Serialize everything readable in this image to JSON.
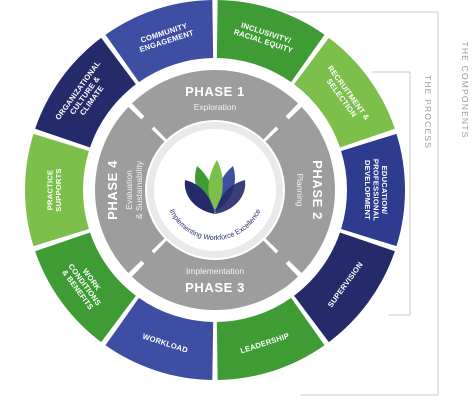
{
  "outer_ring": [
    {
      "lines": [
        "INCLUSIVITY/",
        "RACIAL EQUITY"
      ],
      "color": "#3f9c35"
    },
    {
      "lines": [
        "RECRUITMENT &",
        "SELECTION"
      ],
      "color": "#7cc04b"
    },
    {
      "lines": [
        "EDUCATION/",
        "PROFESSIONAL",
        "DEVELOPMENT"
      ],
      "color": "#2e3c8f"
    },
    {
      "lines": [
        "SUPERVISION"
      ],
      "color": "#252a6b"
    },
    {
      "lines": [
        "LEADERSHIP"
      ],
      "color": "#3f9c35"
    },
    {
      "lines": [
        "WORKLOAD"
      ],
      "color": "#3e4ea3"
    },
    {
      "lines": [
        "WORK",
        "CONDITIONS",
        "& BENEFITS"
      ],
      "color": "#3f9c35"
    },
    {
      "lines": [
        "PRACTICE",
        "SUPPORTS"
      ],
      "color": "#7cc04b"
    },
    {
      "lines": [
        "ORGANIZATIONAL",
        "CULTURE &",
        "CLIMATE"
      ],
      "color": "#252a6b"
    },
    {
      "lines": [
        "COMMUNITY",
        "ENGAGEMENT"
      ],
      "color": "#3e4ea3"
    }
  ],
  "phases": [
    {
      "title": "PHASE 1",
      "subtitle": "Exploration"
    },
    {
      "title": "PHASE 2",
      "subtitle": "Planning"
    },
    {
      "title": "PHASE 3",
      "subtitle": "Implementation"
    },
    {
      "title": "PHASE 4",
      "subtitle_lines": [
        "Evaluation",
        "& Sustainability"
      ]
    }
  ],
  "center": {
    "text": "Implementing Workforce Excellence"
  },
  "side_labels": {
    "components": "THE COMPONENTS",
    "process": "THE PROCESS"
  },
  "colors": {
    "phase_gray": "#9d9d9d",
    "ring_bg": "#ffffff",
    "leaf_green": "#3f9c35",
    "leaf_lime": "#7cc04b",
    "leaf_navy": "#252a6b",
    "leaf_blue": "#3e4ea3"
  }
}
